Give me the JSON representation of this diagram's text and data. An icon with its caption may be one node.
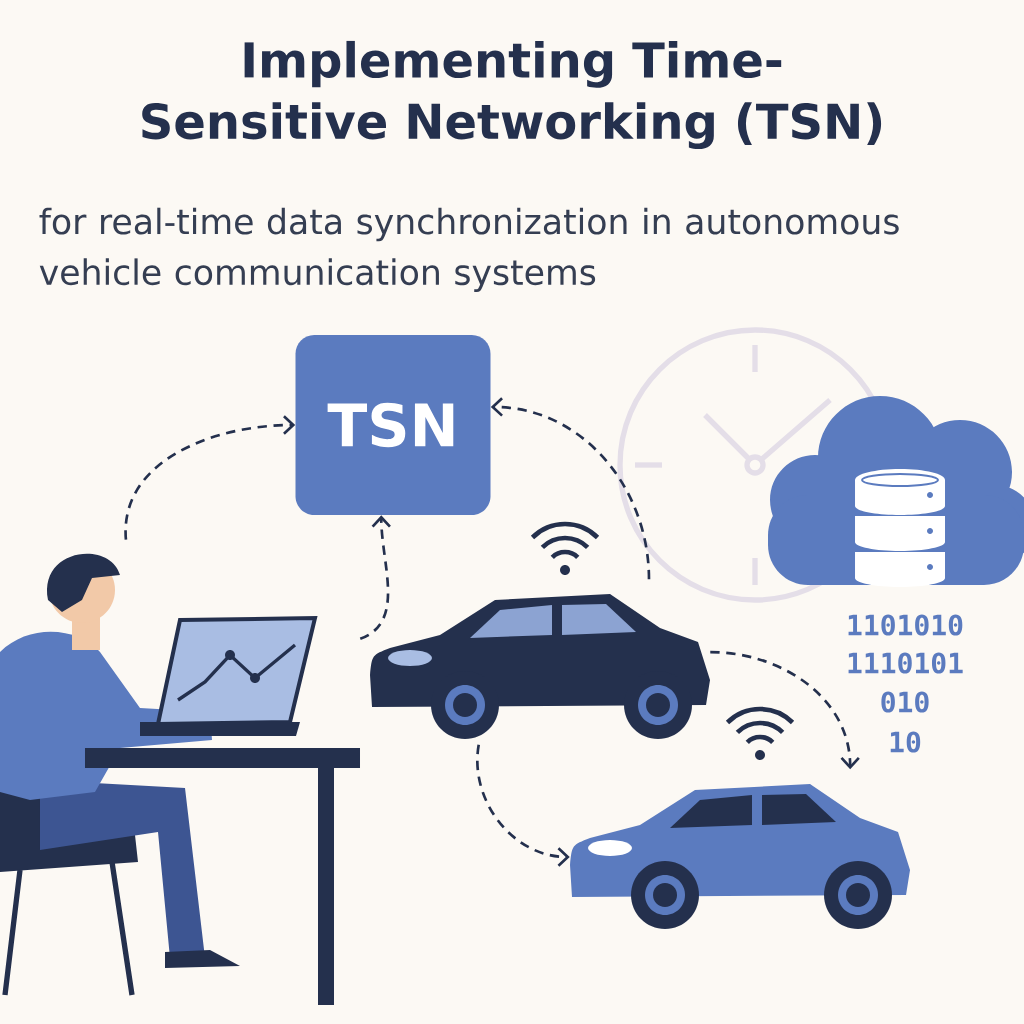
{
  "diagram": {
    "title": "Implementing Time-Sensitive Networking (TSN)",
    "nodes": [
      {
        "text": [
          "TSN"
        ]
      },
      {
        "text": [],
        "shape": "picture"
      },
      {
        "text": [],
        "shape": "picture"
      },
      {
        "text": [],
        "shape": "picture"
      }
    ],
    "edges": [
      {
        "from": 1,
        "to": 0,
        "arrow": "to",
        "style": "dashed"
      },
      {
        "from": 1,
        "to": 0,
        "arrow": "to",
        "style": "dashed"
      },
      {
        "from": 2,
        "to": 0,
        "arrow": "to",
        "style": "dashed"
      },
      {
        "from": 2,
        "to": 3,
        "arrow": "to",
        "style": "dashed"
      },
      {
        "from": 2,
        "to": 3,
        "arrow": "to",
        "style": "dashed"
      }
    ],
    "labels": [
      "for real-time data synchronization in autonomous vehicle communication systems",
      "1101010",
      "1110101",
      "010",
      "10"
    ]
  }
}
